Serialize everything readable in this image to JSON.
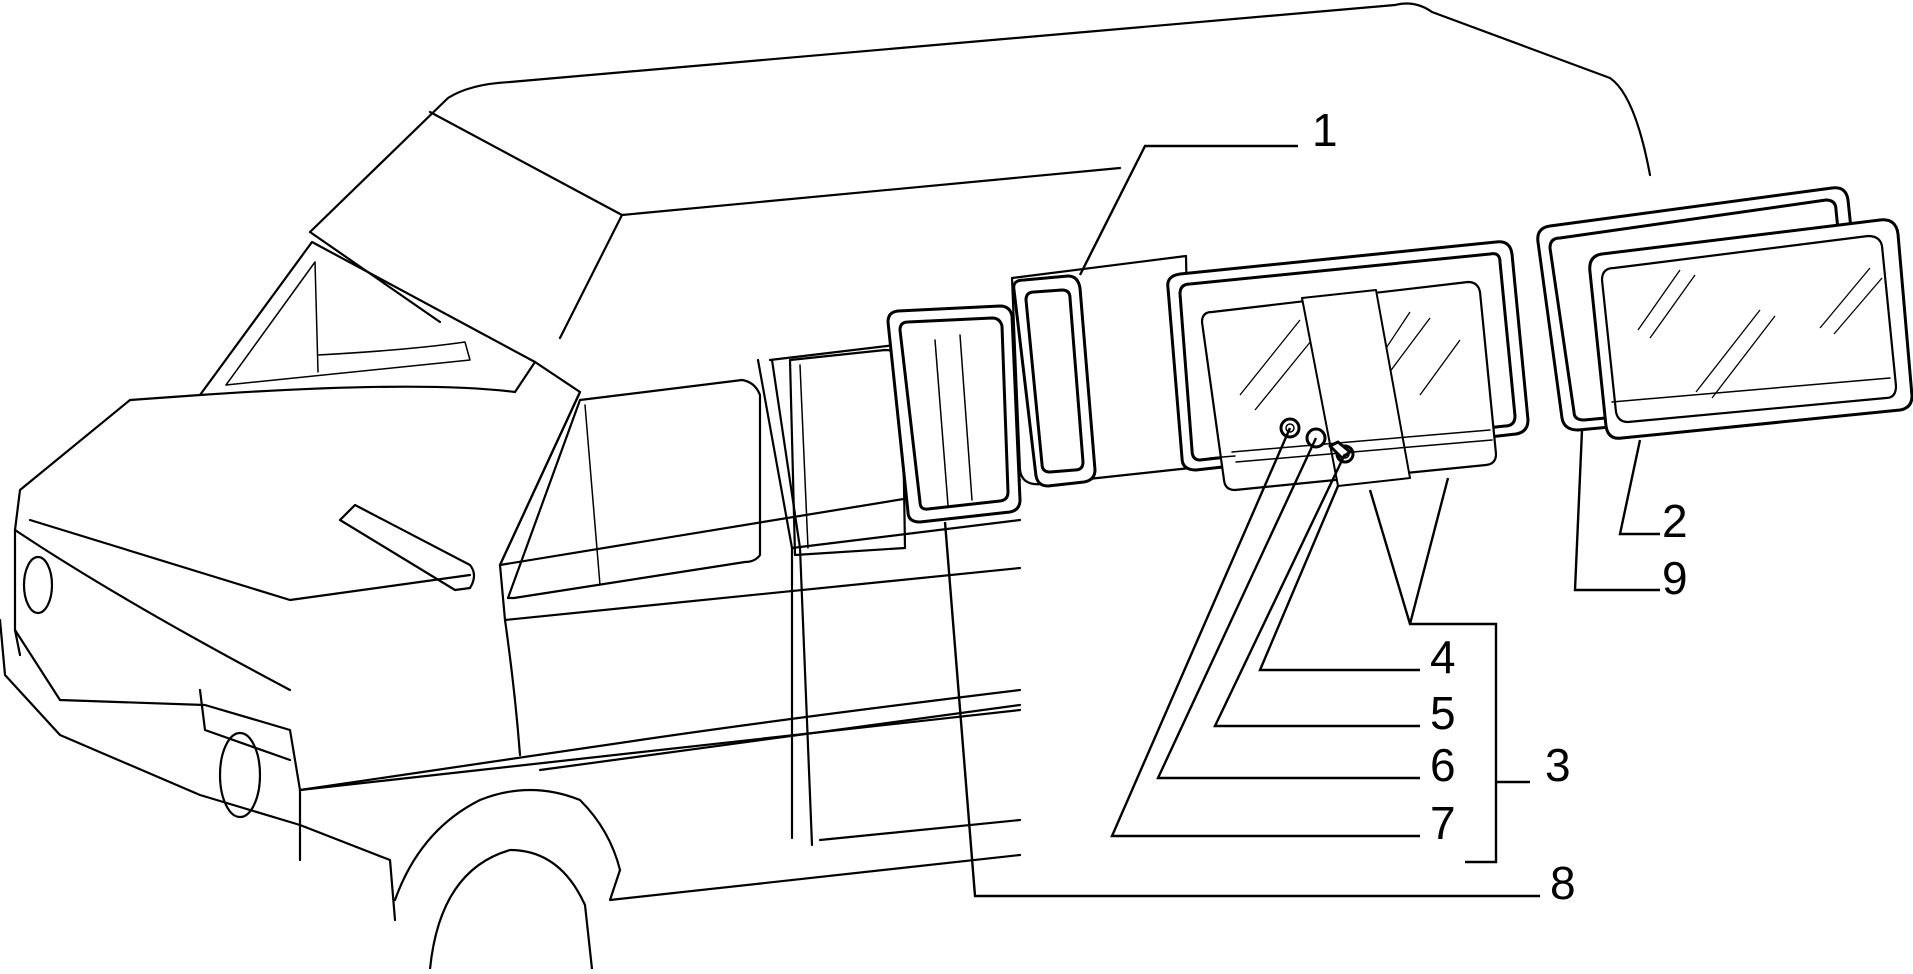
{
  "diagram": {
    "type": "exploded parts diagram",
    "subject": "van side windows",
    "callouts": [
      {
        "label": "1"
      },
      {
        "label": "2"
      },
      {
        "label": "9"
      },
      {
        "label": "4"
      },
      {
        "label": "5"
      },
      {
        "label": "6"
      },
      {
        "label": "3"
      },
      {
        "label": "7"
      },
      {
        "label": "8"
      }
    ]
  }
}
